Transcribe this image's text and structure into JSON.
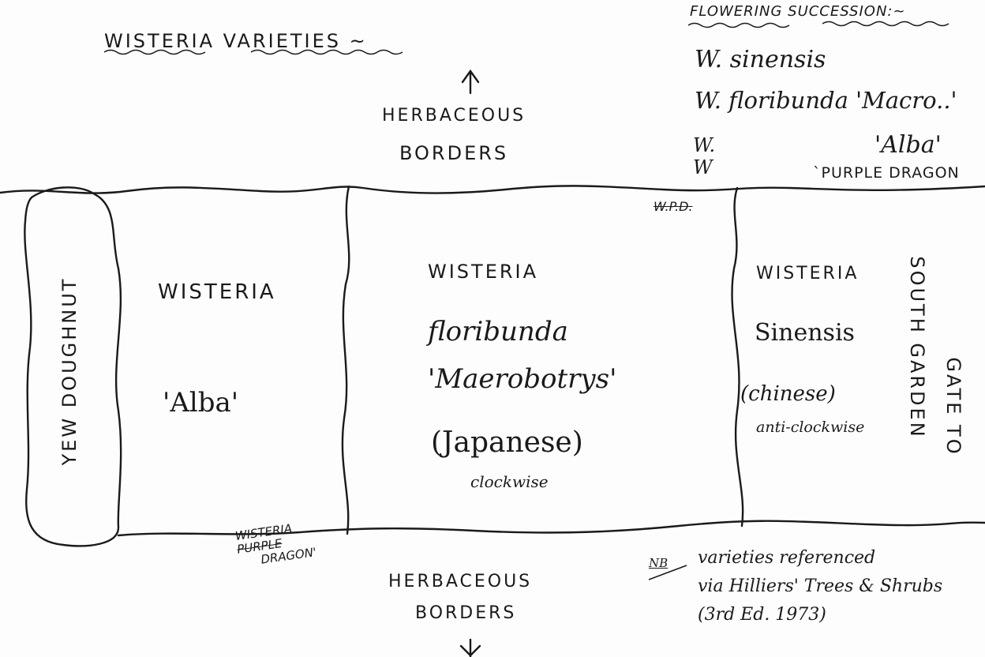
{
  "title": "WISTERIA VARIETIES ~",
  "top_label": {
    "line1": "HERBACEOUS",
    "line2": "BORDERS"
  },
  "bottom_label": {
    "line1": "HERBACEOUS",
    "line2": "BORDERS"
  },
  "succession": {
    "heading_a": "FLOWERING",
    "heading_b": "SUCCESSION:~",
    "items": [
      "W. sinensis",
      "W. floribunda 'Macro..'",
      "W.",
      "'Alba'",
      "W",
      "`PURPLE DRAGON"
    ]
  },
  "beds": {
    "yew": "YEW DOUGHNUT",
    "alba": {
      "line1": "WISTERIA",
      "line2": "'Alba'"
    },
    "floribunda": {
      "line1": "WISTERIA",
      "line2": "floribunda",
      "line3": "'Maerobotrys'",
      "line4": "(Japanese)",
      "line5": "clockwise"
    },
    "sinensis": {
      "line1": "WISTERIA",
      "line2": "Sinensis",
      "line3": "(chinese)",
      "line4": "anti-clockwise"
    },
    "gate": {
      "line1": "SOUTH GARDEN",
      "line2": "GATE TO"
    }
  },
  "scribble_top": "W.P.D.",
  "scribble_bottom": {
    "line1": "WISTERIA",
    "line2": "PURPLE",
    "line3": "DRAGON'"
  },
  "note": {
    "nb": "NB",
    "line1": "varieties referenced",
    "line2": "via Hilliers' Trees & Shrubs",
    "line3": "(3rd Ed. 1973)"
  }
}
